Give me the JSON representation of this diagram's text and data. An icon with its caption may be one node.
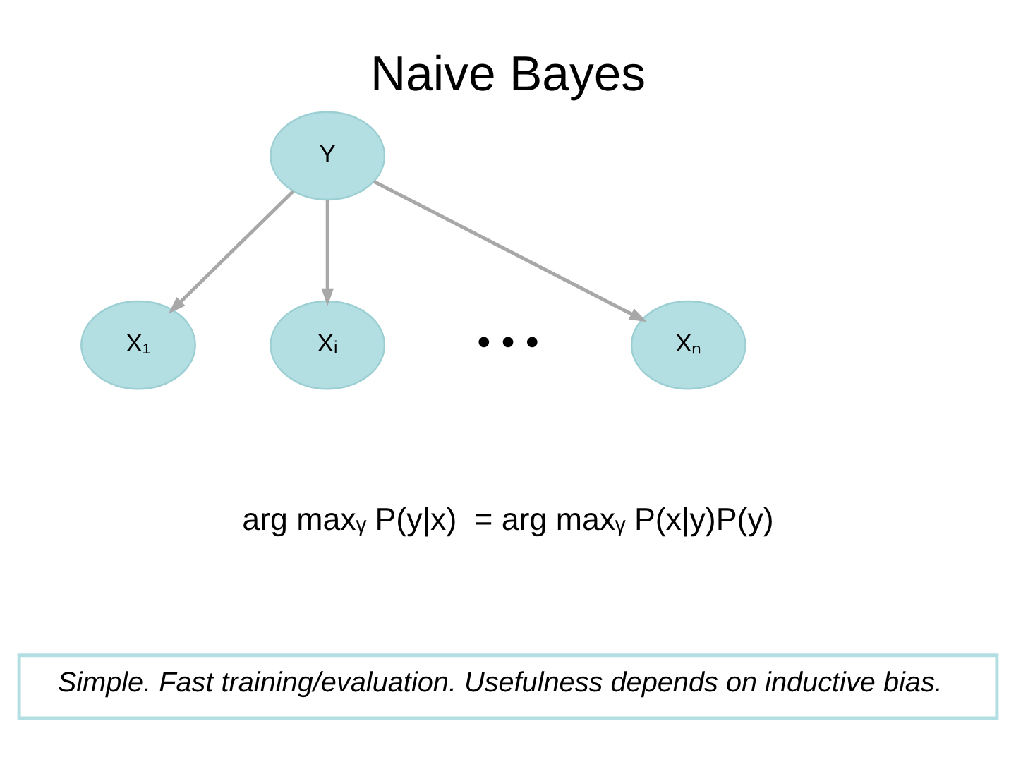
{
  "diagram": {
    "title": "Naive Bayes",
    "nodes": [
      {
        "text": [
          "Y"
        ]
      },
      {
        "text": [
          "X₁"
        ]
      },
      {
        "text": [
          "Xᵢ"
        ]
      },
      {
        "text": [
          "Xₙ"
        ]
      },
      {
        "text": [
          "Simple. Fast training/evaluation. Usefulness depends on inductive bias."
        ]
      }
    ],
    "edges": [
      {
        "from": 0,
        "to": 1,
        "arrow": "to"
      },
      {
        "from": 0,
        "to": 2,
        "arrow": "to"
      },
      {
        "from": 0,
        "to": 3,
        "arrow": "to"
      }
    ],
    "labels": [
      "• • •",
      "arg maxᵧ P(y|x)  = arg maxᵧ P(x|y)P(y)"
    ]
  }
}
